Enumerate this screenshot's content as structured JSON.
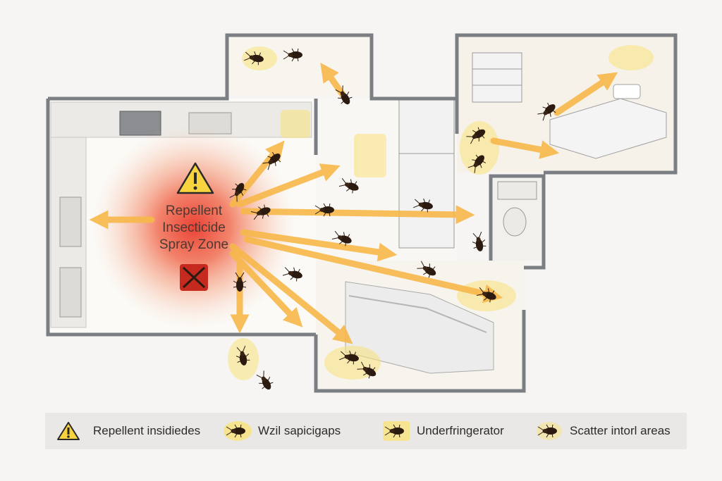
{
  "spray_zone": {
    "label_lines": [
      "Repellent",
      "Insecticide",
      "Spray Zone"
    ]
  },
  "legend": {
    "items": [
      {
        "label": "Repellent insidiedes",
        "icon": "warning-icon"
      },
      {
        "label": "Wzil sapicigaps",
        "icon": "cockroach-icon"
      },
      {
        "label": "Underfringerator",
        "icon": "cockroach-icon"
      },
      {
        "label": "Scatter intorl areas",
        "icon": "cockroach-icon"
      }
    ]
  },
  "colors": {
    "spray_red": "#e8382a",
    "arrow_orange": "#f7b84a",
    "hide_yellow": "#f9e27a",
    "wall": "#7b7f84",
    "floor": "#fbfaf6",
    "roach": "#2a1a10"
  }
}
